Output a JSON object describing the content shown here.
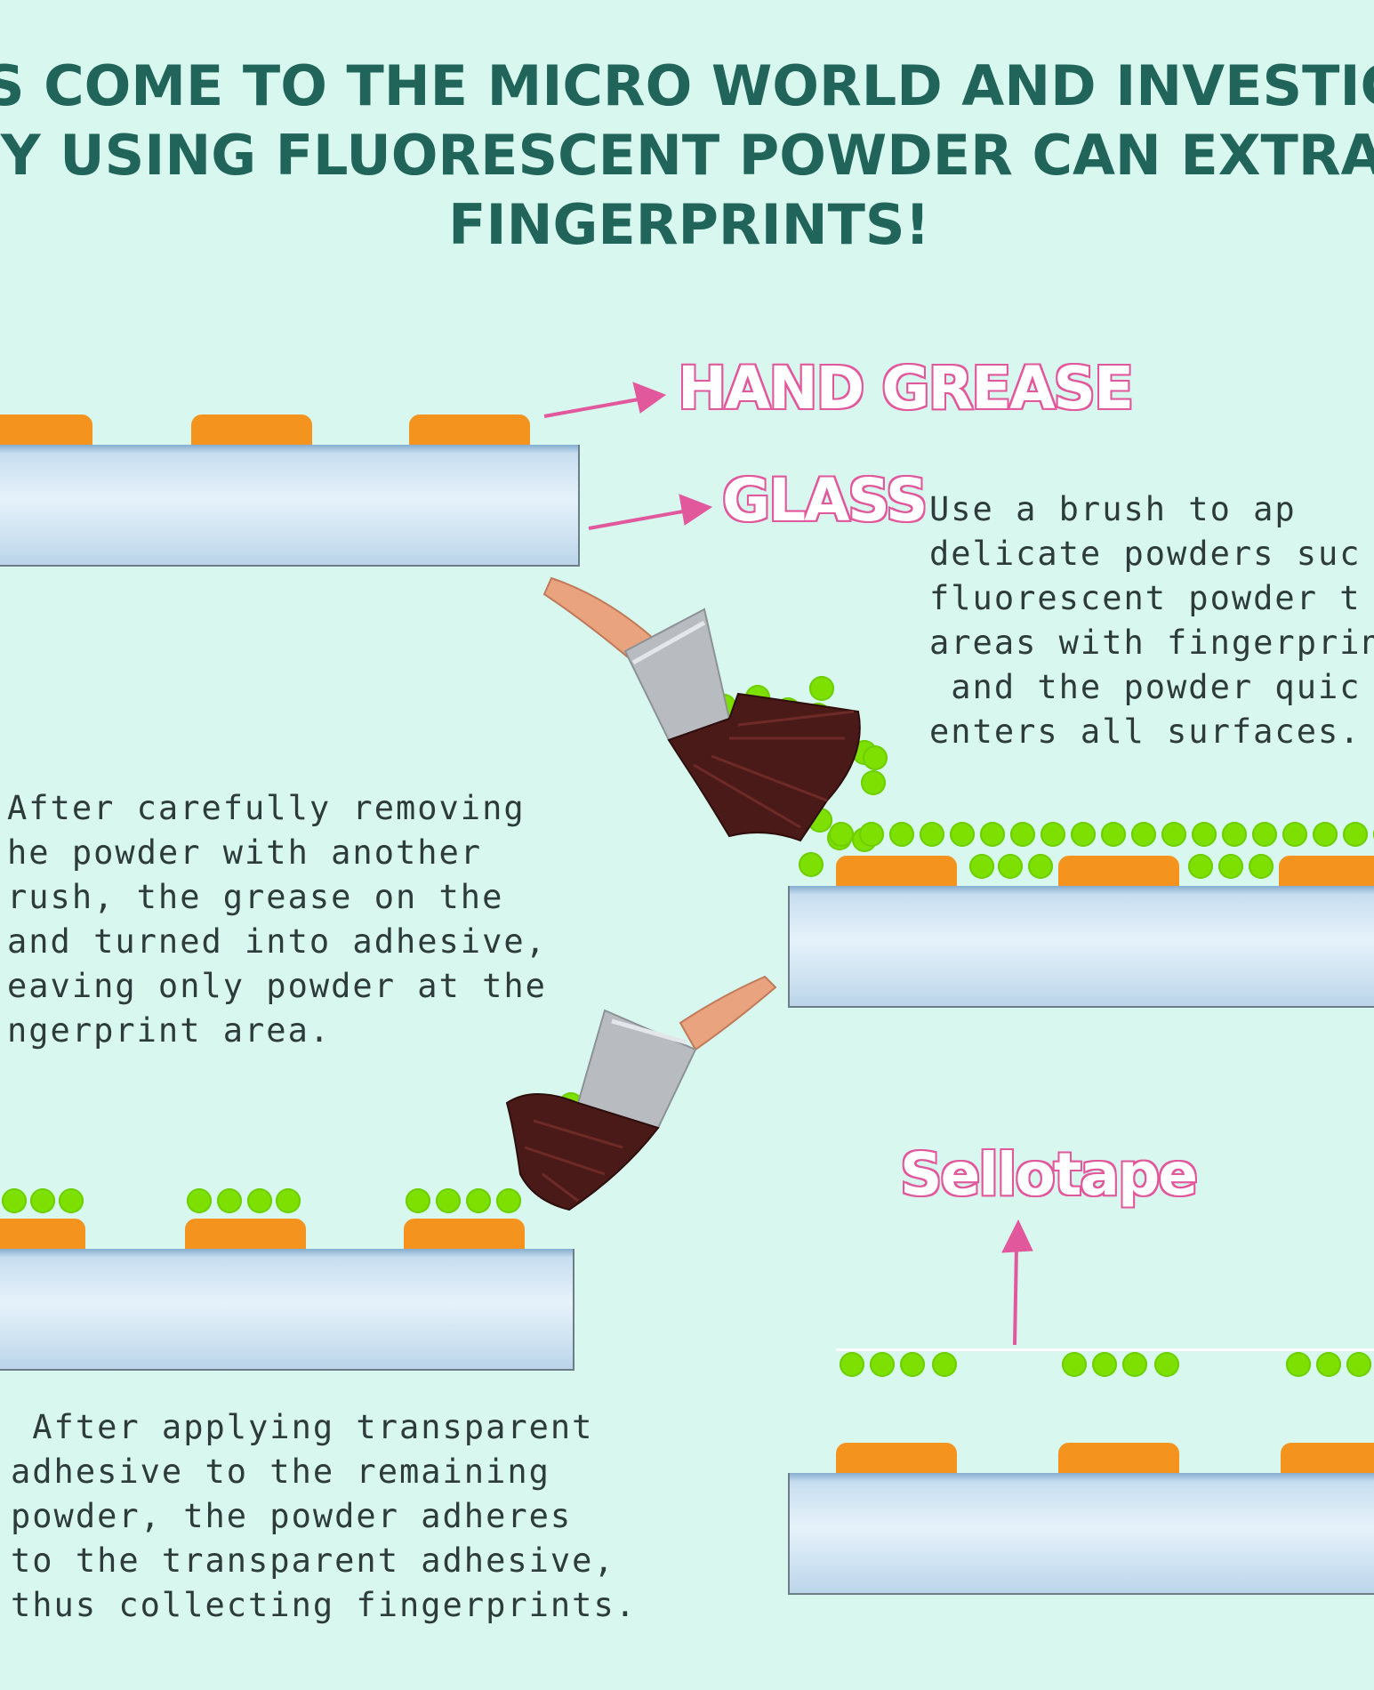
{
  "title": {
    "line1": "T'S COME TO THE MICRO WORLD AND INVESTIGA",
    "line2": "HY USING FLUORESCENT POWDER CAN EXTRAC",
    "line3": "FINGERPRINTS!"
  },
  "labels": {
    "hand_grease": "HAND GREASE",
    "glass": "GLASS",
    "sellotape": "Sellotape"
  },
  "steps": {
    "step1": [
      "Use a brush to ap",
      "delicate powders suc",
      "fluorescent powder t",
      "areas with fingerprin",
      " and the powder quic",
      "enters all surfaces."
    ],
    "step2": [
      "After carefully removing",
      "he powder with another",
      "rush, the grease on the",
      "and turned into adhesive,",
      "eaving only powder at the",
      "ngerprint area."
    ],
    "step3": [
      " After applying transparent",
      "adhesive to the remaining",
      "powder, the powder adheres",
      "to the transparent adhesive,",
      "thus collecting fingerprints."
    ]
  },
  "colors": {
    "background": "#d8f7ef",
    "title": "#20645a",
    "label_outline": "#e2589c",
    "grease": "#f5931f",
    "powder": "#7ee000",
    "arrow": "#e2589c",
    "brush_bristles": "#4a1a18",
    "brush_handle": "#e9a37f",
    "brush_ferrule": "#b8bcc0"
  },
  "icons": [
    "paintbrush-icon",
    "paintbrush-icon",
    "arrow-right-icon",
    "arrow-up-icon"
  ]
}
